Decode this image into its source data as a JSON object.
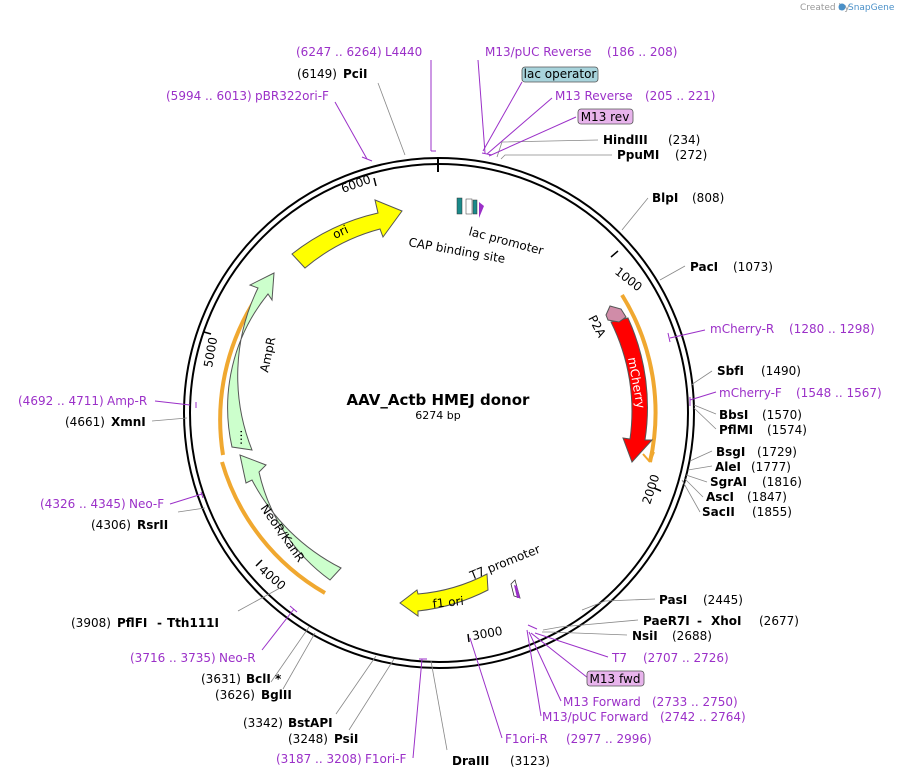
{
  "credit": {
    "prefix": "Created by",
    "brand": "SnapGene"
  },
  "plasmid": {
    "name": "AAV_Actb HMEJ donor",
    "size": "6274 bp"
  },
  "ticks": [
    "1000",
    "2000",
    "3000",
    "4000",
    "5000",
    "6000"
  ],
  "features": {
    "ori": "ori",
    "ampr": "AmpR",
    "neokanr": "NeoR/KanR",
    "f1ori": "f1 ori",
    "mcherry": "mCherry",
    "p2a": "P2A",
    "lac_promoter": "lac promoter",
    "cap_site": "CAP binding site",
    "t7_promoter": "T7 promoter",
    "ampr_dots": "....",
    "colors": {
      "yellow": "#ffff00",
      "green": "#ccffcc",
      "red": "#ff0000",
      "orange": "#f0a830",
      "purple": "#9b30c8"
    }
  },
  "boxes": {
    "lac_operator": "lac operator",
    "m13_rev": "M13 rev",
    "m13_fwd": "M13 fwd"
  },
  "labels": {
    "pcii": {
      "pos": "(6149)",
      "name": "PciI"
    },
    "hindiii": {
      "name": "HindIII",
      "pos": "(234)"
    },
    "ppumi": {
      "name": "PpuMI",
      "pos": "(272)"
    },
    "blpi": {
      "name": "BlpI",
      "pos": "(808)"
    },
    "paci": {
      "name": "PacI",
      "pos": "(1073)"
    },
    "sbfi": {
      "name": "SbfI",
      "pos": "(1490)"
    },
    "bbsi": {
      "name": "BbsI",
      "pos": "(1570)"
    },
    "pflmi": {
      "name": "PflMI",
      "pos": "(1574)"
    },
    "bsgi": {
      "name": "BsgI",
      "pos": "(1729)"
    },
    "alei": {
      "name": "AleI",
      "pos": "(1777)"
    },
    "sgrai": {
      "name": "SgrAI",
      "pos": "(1816)"
    },
    "asci": {
      "name": "AscI",
      "pos": "(1847)"
    },
    "sacii": {
      "name": "SacII",
      "pos": "(1855)"
    },
    "pasi": {
      "name": "PasI",
      "pos": "(2445)"
    },
    "paer7i": {
      "name": "PaeR7I",
      "sep": "-",
      "name2": "XhoI",
      "pos": "(2677)"
    },
    "nsii": {
      "name": "NsiI",
      "pos": "(2688)"
    },
    "draiii": {
      "name": "DraIII",
      "pos": "(3123)"
    },
    "psii": {
      "pos": "(3248)",
      "name": "PsiI"
    },
    "bstapi": {
      "pos": "(3342)",
      "name": "BstAPI"
    },
    "bglii": {
      "pos": "(3626)",
      "name": "BglII"
    },
    "bcli": {
      "pos": "(3631)",
      "name": "BclI *"
    },
    "pflfi": {
      "pos": "(3908)",
      "name": "PflFI",
      "sep": "-",
      "name2": "Tth111I"
    },
    "rsrii": {
      "pos": "(4306)",
      "name": "RsrII"
    },
    "xmni": {
      "pos": "(4661)",
      "name": "XmnI"
    }
  },
  "primers": {
    "l4440": {
      "range": "(6247 .. 6264)",
      "name": "L4440"
    },
    "m13puc_rev": {
      "name": "M13/pUC Reverse",
      "range": "(186 .. 208)"
    },
    "m13_reverse": {
      "name": "M13 Reverse",
      "range": "(205 .. 221)"
    },
    "pbr322ori": {
      "range": "(5994 .. 6013)",
      "name": "pBR322ori-F"
    },
    "mcherry_r": {
      "name": "mCherry-R",
      "range": "(1280 .. 1298)"
    },
    "mcherry_f": {
      "name": "mCherry-F",
      "range": "(1548 .. 1567)"
    },
    "t7": {
      "name": "T7",
      "range": "(2707 .. 2726)"
    },
    "m13_forward": {
      "name": "M13 Forward",
      "range": "(2733 .. 2750)"
    },
    "m13puc_forward": {
      "name": "M13/pUC Forward",
      "range": "(2742 .. 2764)"
    },
    "f1ori_r": {
      "name": "F1ori-R",
      "range": "(2977 .. 2996)"
    },
    "f1ori_f": {
      "range": "(3187 .. 3208)",
      "name": "F1ori-F"
    },
    "neo_r": {
      "range": "(3716 .. 3735)",
      "name": "Neo-R"
    },
    "neo_f": {
      "range": "(4326 .. 4345)",
      "name": "Neo-F"
    },
    "amp_r": {
      "range": "(4692 .. 4711)",
      "name": "Amp-R"
    }
  }
}
